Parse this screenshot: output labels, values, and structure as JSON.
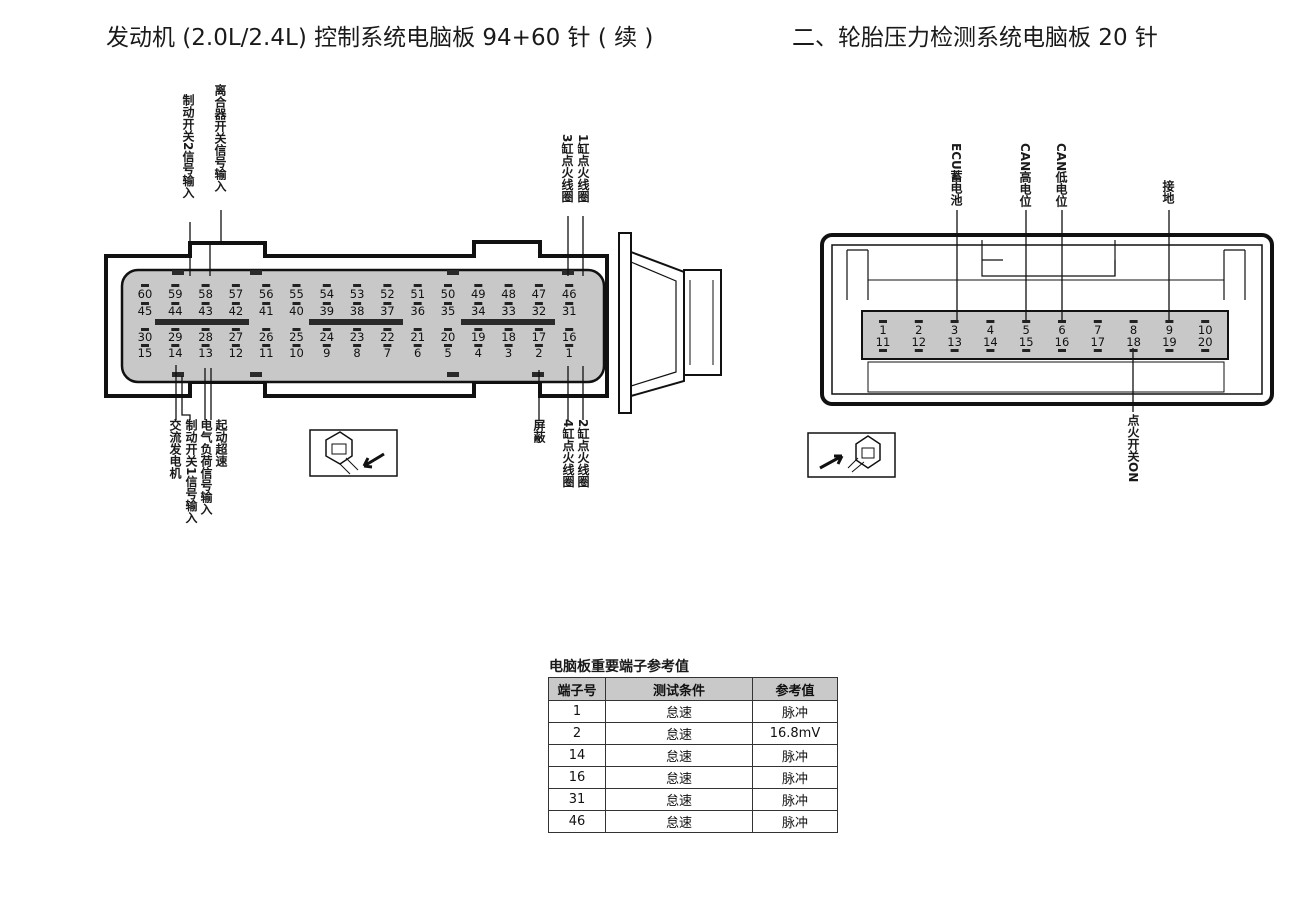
{
  "titles": {
    "left": "发动机 (2.0L/2.4L) 控制系统电脑板 94+60 针 ( 续 )",
    "right": "二、轮胎压力检测系统电脑板 20 针"
  },
  "left_connector": {
    "top_labels": {
      "brake_switch": "制动开关2信号输入",
      "clutch_switch": "离合器开关信号输入",
      "cyl3_coil": "3缸点火线圈",
      "cyl1_coil": "1缸点火线圈"
    },
    "bottom_labels": {
      "alternator": "交流发电机",
      "brake_switch1": "制动开关1信号输入",
      "load_signal": "电气负荷信号输入",
      "starter_overspeed": "起动超速",
      "shield": "屏蔽",
      "cyl4_coil": "4缸点火线圈",
      "cyl2_coil": "2缸点火线圈"
    },
    "rows": [
      [
        "60",
        "59",
        "58",
        "57",
        "56",
        "55",
        "54",
        "53",
        "52",
        "51",
        "50",
        "49",
        "48",
        "47",
        "46"
      ],
      [
        "45",
        "44",
        "43",
        "42",
        "41",
        "40",
        "39",
        "38",
        "37",
        "36",
        "35",
        "34",
        "33",
        "32",
        "31"
      ],
      [
        "30",
        "29",
        "28",
        "27",
        "26",
        "25",
        "24",
        "23",
        "22",
        "21",
        "20",
        "19",
        "18",
        "17",
        "16"
      ],
      [
        "15",
        "14",
        "13",
        "12",
        "11",
        "10",
        "9",
        "8",
        "7",
        "6",
        "5",
        "4",
        "3",
        "2",
        "1"
      ]
    ]
  },
  "right_connector": {
    "top_labels": {
      "ecu_battery": "ECU蓄电池",
      "can_high": "CAN高电位",
      "can_low": "CAN低电位",
      "ground": "接地"
    },
    "bottom_labels": {
      "ignition_on": "点火开关ON"
    },
    "rows": [
      [
        "1",
        "2",
        "3",
        "4",
        "5",
        "6",
        "7",
        "8",
        "9",
        "10"
      ],
      [
        "11",
        "12",
        "13",
        "14",
        "15",
        "16",
        "17",
        "18",
        "19",
        "20"
      ]
    ]
  },
  "table": {
    "caption": "电脑板重要端子参考值",
    "headers": [
      "端子号",
      "测试条件",
      "参考值"
    ],
    "rows": [
      [
        "1",
        "怠速",
        "脉冲"
      ],
      [
        "2",
        "怠速",
        "16.8mV"
      ],
      [
        "14",
        "怠速",
        "脉冲"
      ],
      [
        "16",
        "怠速",
        "脉冲"
      ],
      [
        "31",
        "怠速",
        "脉冲"
      ],
      [
        "46",
        "怠速",
        "脉冲"
      ]
    ]
  }
}
